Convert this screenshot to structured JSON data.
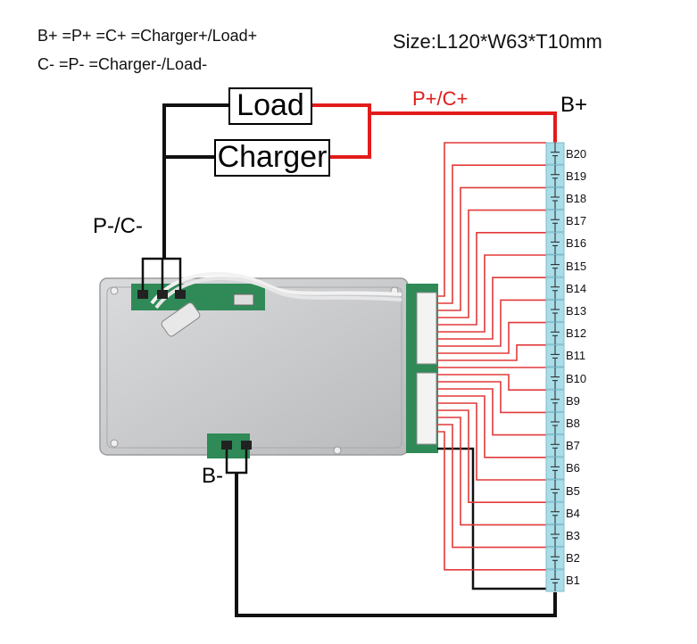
{
  "legend": {
    "line1": "B+ =P+ =C+ =Charger+/Load+",
    "line2": "C-  =P-  =Charger-/Load-"
  },
  "size_label": "Size:L120*W63*T10mm",
  "boxes": {
    "load": "Load",
    "charger": "Charger"
  },
  "labels": {
    "p_plus_c_plus": "P+/C+",
    "b_plus": "B+",
    "p_minus_c_minus": "P-/C-",
    "b_minus": "B-"
  },
  "cells": [
    "B20",
    "B19",
    "B18",
    "B17",
    "B16",
    "B15",
    "B14",
    "B13",
    "B12",
    "B11",
    "B10",
    "B9",
    "B8",
    "B7",
    "B6",
    "B5",
    "B4",
    "B3",
    "B2",
    "B1"
  ],
  "colors": {
    "positive_wire": "#e21b1b",
    "negative_wire": "#111111",
    "sense_wire": "#e23a3a",
    "cell": "#a9dde8",
    "board": "#c9cacc",
    "pcb": "#2f8a57"
  }
}
